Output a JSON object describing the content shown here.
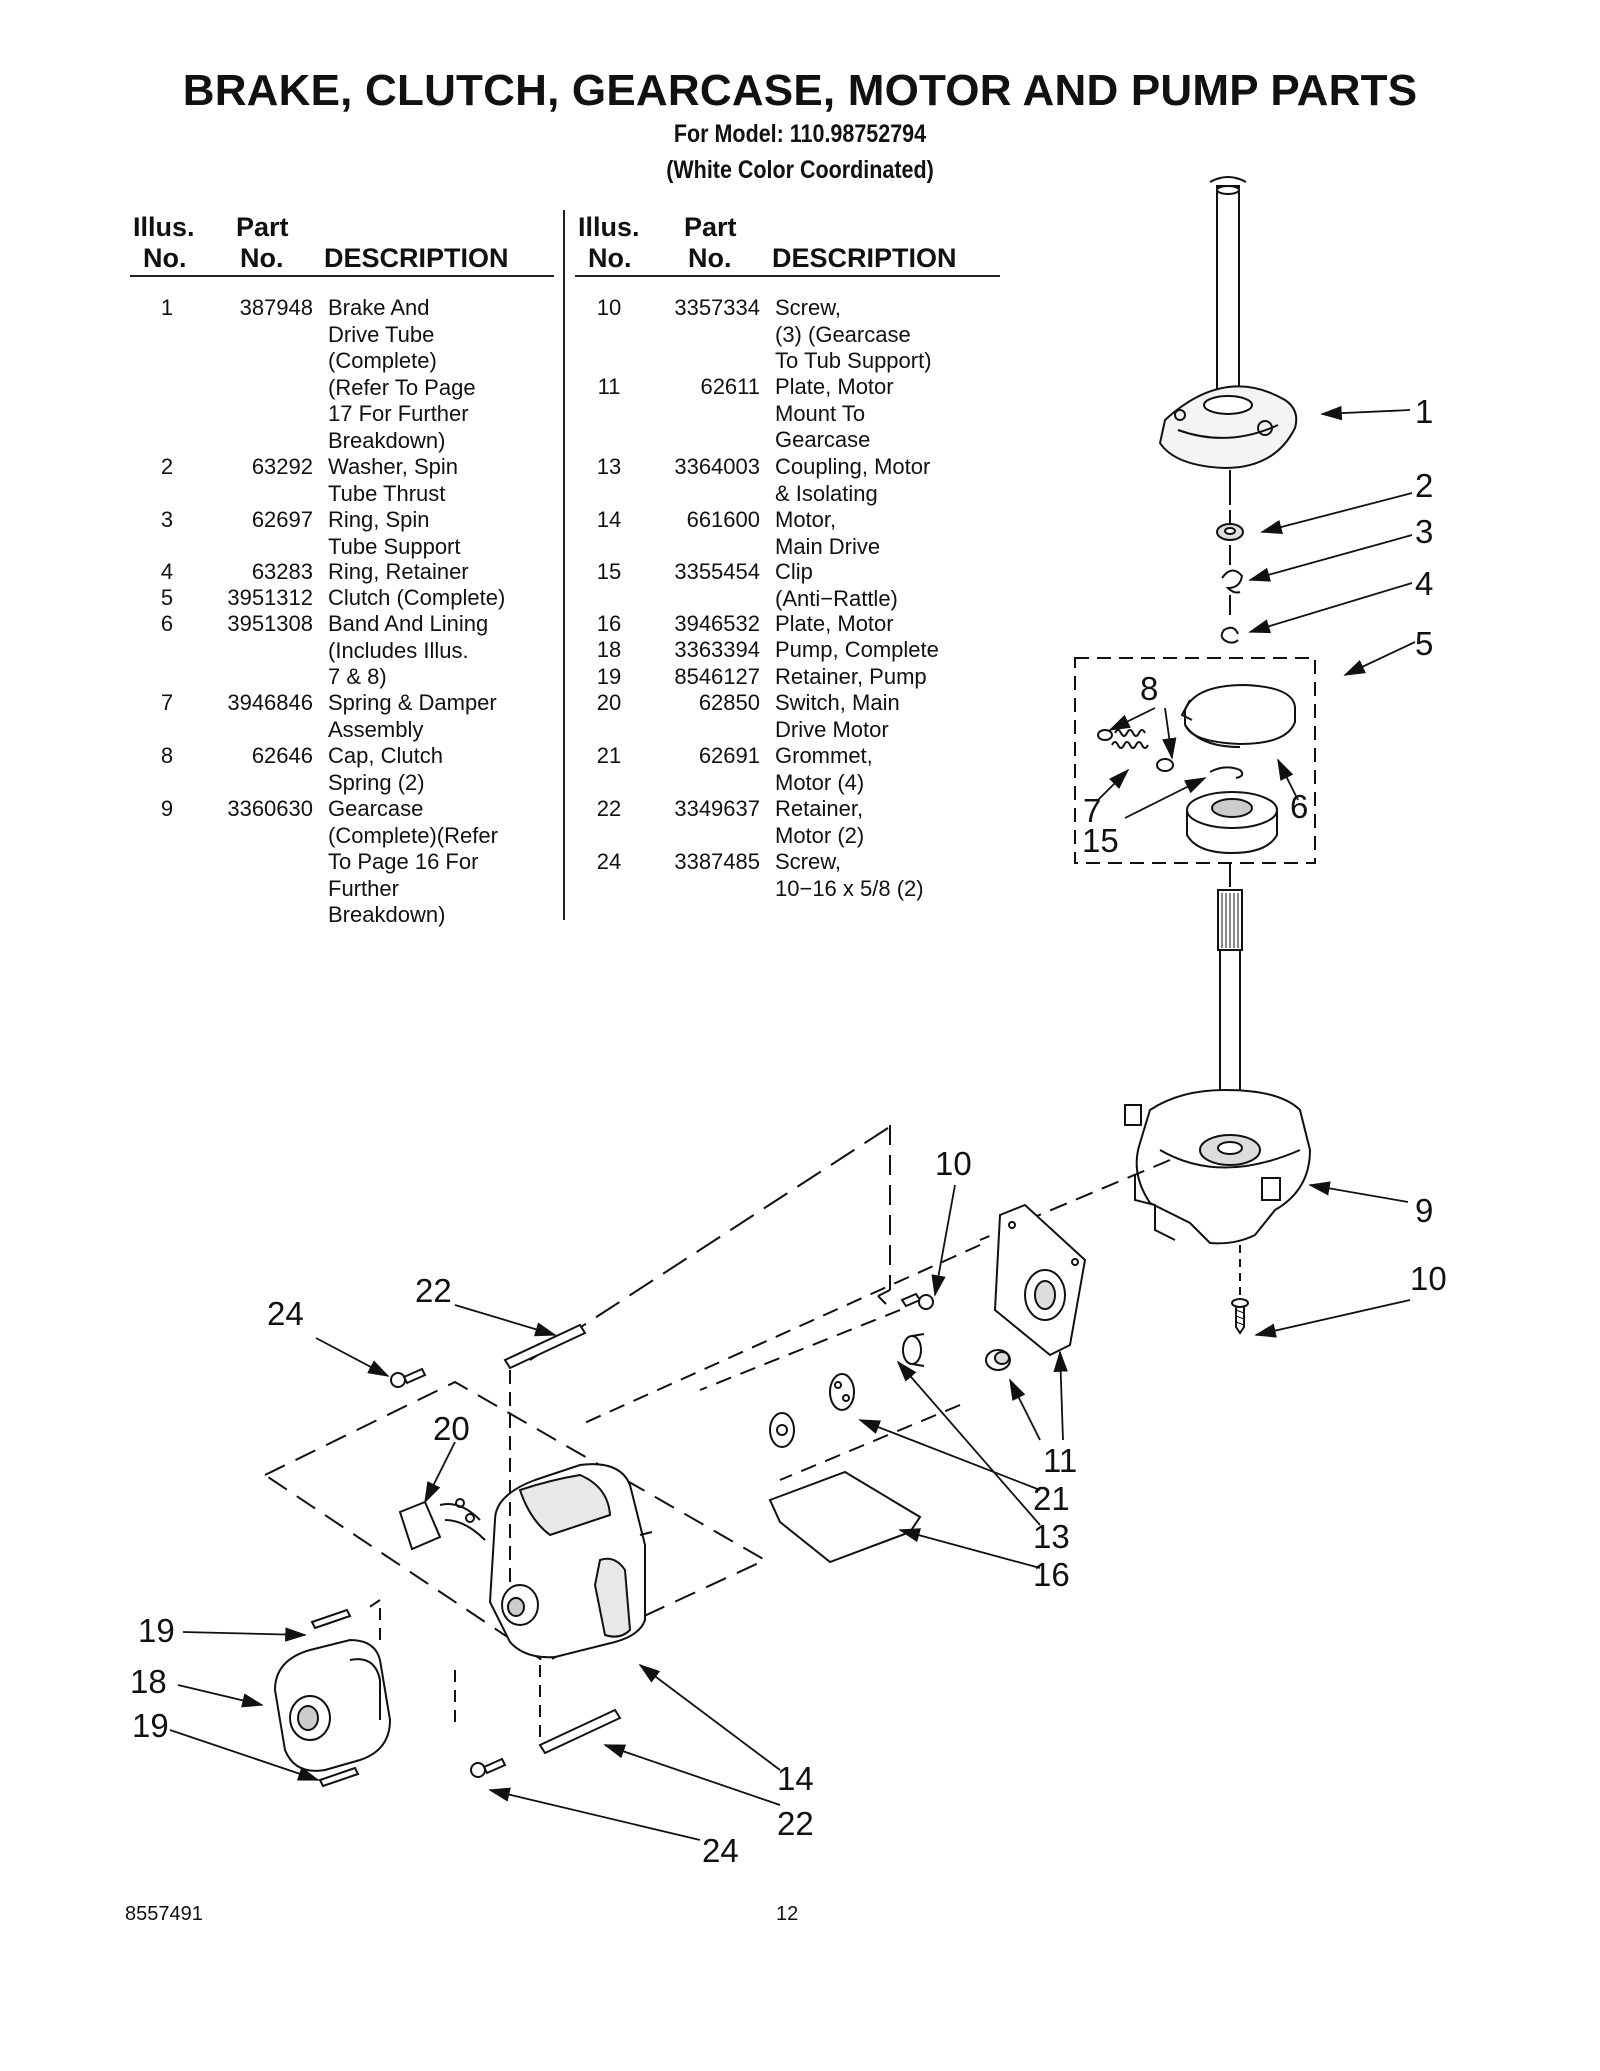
{
  "header": {
    "title": "BRAKE, CLUTCH, GEARCASE, MOTOR AND PUMP PARTS",
    "model_line": "For Model: 110.98752794",
    "color_line": "(White Color Coordinated)"
  },
  "columns": {
    "illus": "Illus.",
    "no": "No.",
    "part": "Part",
    "description": "DESCRIPTION"
  },
  "parts_left": [
    {
      "illus": "1",
      "part": "387948",
      "desc": "Brake And\nDrive Tube\n(Complete)\n(Refer To Page\n17 For Further\nBreakdown)"
    },
    {
      "illus": "2",
      "part": "63292",
      "desc": "Washer, Spin\nTube Thrust"
    },
    {
      "illus": "3",
      "part": "62697",
      "desc": "Ring, Spin\nTube Support"
    },
    {
      "illus": "4",
      "part": "63283",
      "desc": "Ring, Retainer"
    },
    {
      "illus": "5",
      "part": "3951312",
      "desc": "Clutch (Complete)"
    },
    {
      "illus": "6",
      "part": "3951308",
      "desc": "Band And Lining\n(Includes Illus.\n7 & 8)"
    },
    {
      "illus": "7",
      "part": "3946846",
      "desc": "Spring & Damper\nAssembly"
    },
    {
      "illus": "8",
      "part": "62646",
      "desc": "Cap, Clutch\nSpring (2)"
    },
    {
      "illus": "9",
      "part": "3360630",
      "desc": "Gearcase\n(Complete)(Refer\nTo Page 16 For\nFurther\nBreakdown)"
    }
  ],
  "parts_right": [
    {
      "illus": "10",
      "part": "3357334",
      "desc": "Screw,\n(3) (Gearcase\nTo Tub Support)"
    },
    {
      "illus": "11",
      "part": "62611",
      "desc": "Plate, Motor\nMount To\nGearcase"
    },
    {
      "illus": "13",
      "part": "3364003",
      "desc": "Coupling, Motor\n& Isolating"
    },
    {
      "illus": "14",
      "part": "661600",
      "desc": "Motor,\nMain Drive"
    },
    {
      "illus": "15",
      "part": "3355454",
      "desc": "Clip\n(Anti−Rattle)"
    },
    {
      "illus": "16",
      "part": "3946532",
      "desc": "Plate, Motor"
    },
    {
      "illus": "18",
      "part": "3363394",
      "desc": "Pump, Complete"
    },
    {
      "illus": "19",
      "part": "8546127",
      "desc": "Retainer, Pump"
    },
    {
      "illus": "20",
      "part": "62850",
      "desc": "Switch, Main\nDrive Motor"
    },
    {
      "illus": "21",
      "part": "62691",
      "desc": "Grommet,\nMotor (4)"
    },
    {
      "illus": "22",
      "part": "3349637",
      "desc": "Retainer,\nMotor (2)"
    },
    {
      "illus": "24",
      "part": "3387485",
      "desc": "Screw,\n10−16 x 5/8 (2)"
    }
  ],
  "diagram_callouts": [
    "1",
    "2",
    "3",
    "4",
    "5",
    "8",
    "6",
    "7",
    "15",
    "9",
    "10",
    "10",
    "24",
    "22",
    "20",
    "11",
    "21",
    "13",
    "16",
    "19",
    "18",
    "19",
    "14",
    "22",
    "24"
  ],
  "footer": {
    "doc_number": "8557491",
    "page_number": "12"
  }
}
